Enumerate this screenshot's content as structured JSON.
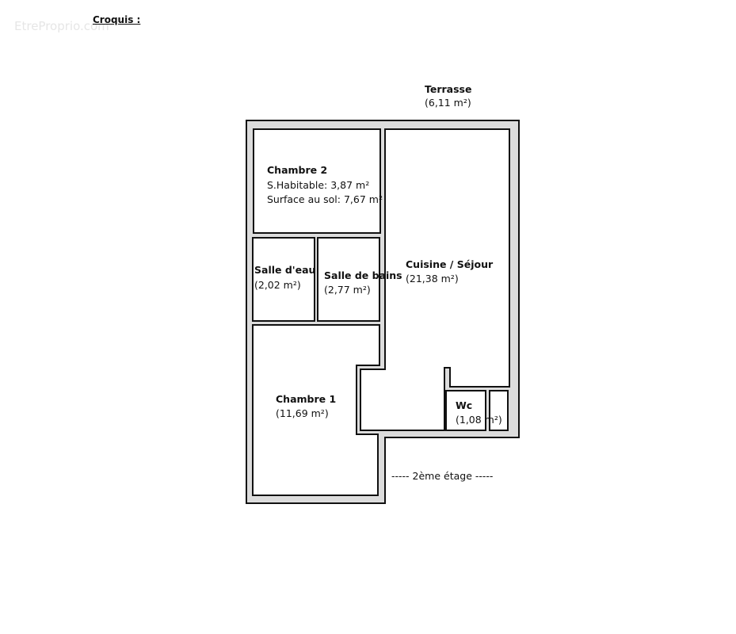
{
  "title": "Croquis :",
  "watermark": "EtreProprio.com",
  "floor_label": "----- 2ème étage -----",
  "rooms": {
    "terrasse": {
      "name": "Terrasse",
      "area": "(6,11 m²)"
    },
    "chambre2": {
      "name": "Chambre 2",
      "line1": "S.Habitable: 3,87 m²",
      "line2": "Surface au sol: 7,67 m²"
    },
    "salle_eau": {
      "name": "Salle d'eau",
      "area": "(2,02 m²)"
    },
    "salle_bains": {
      "name": "Salle de bains",
      "area": "(2,77 m²)"
    },
    "cuisine": {
      "name": "Cuisine / Séjour",
      "area": "(21,38 m²)"
    },
    "chambre1": {
      "name": "Chambre 1",
      "area": "(11,69 m²)"
    },
    "wc": {
      "name": "Wc",
      "area": "(1,08 m²)"
    }
  },
  "colors": {
    "wall_fill": "#dcdcdc",
    "line": "#111111"
  }
}
